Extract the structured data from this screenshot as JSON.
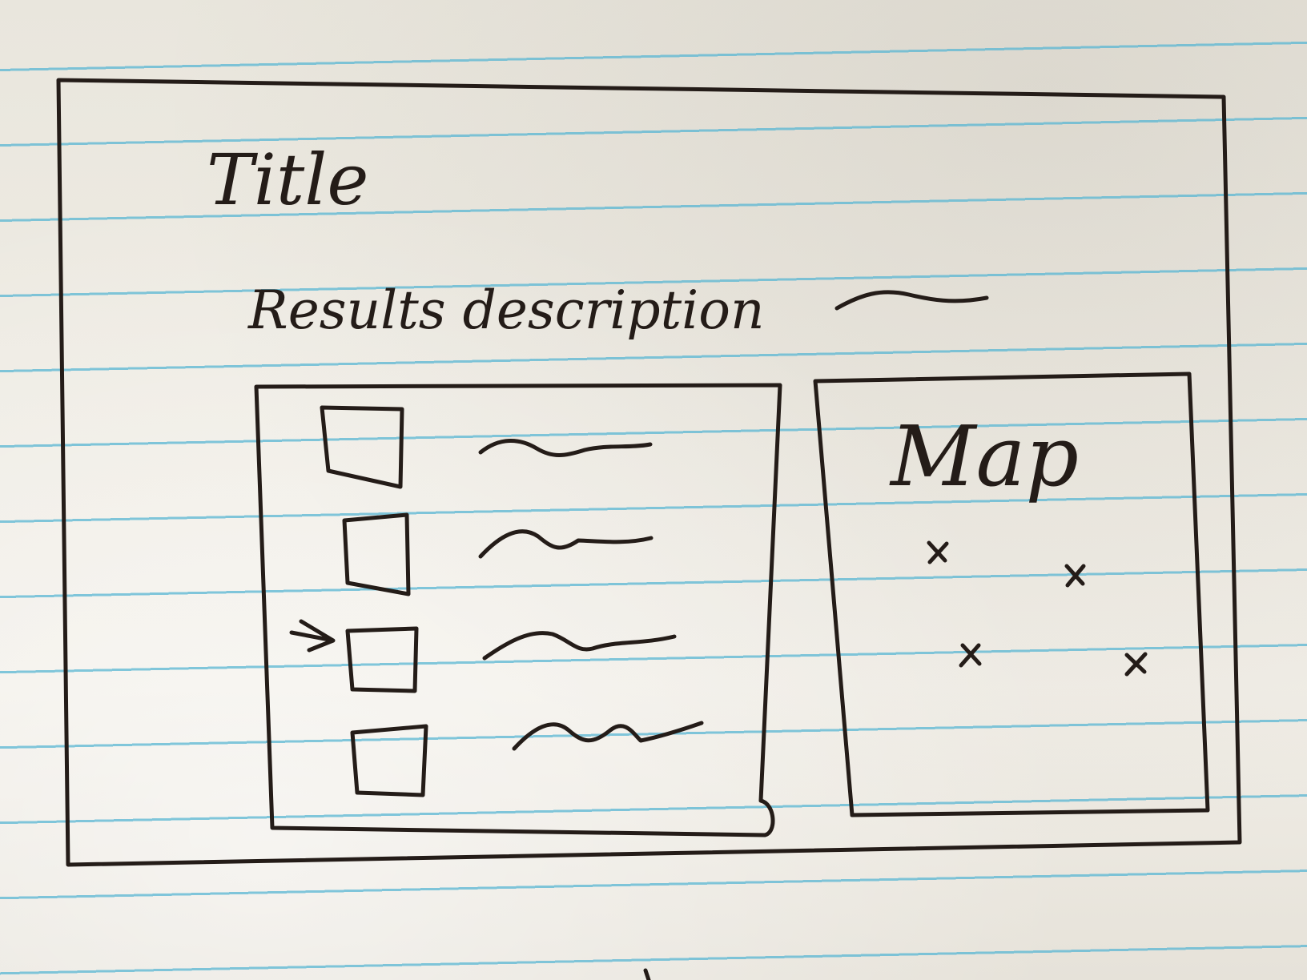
{
  "sketch": {
    "title": "Title",
    "results_description": "Results description",
    "map_label": "Map",
    "list_item_count": 4,
    "selected_item_index": 2,
    "map_marker_count": 4
  },
  "colors": {
    "ink": "#241c18",
    "rule": "#58b6d3",
    "paper": "#ece8df"
  }
}
